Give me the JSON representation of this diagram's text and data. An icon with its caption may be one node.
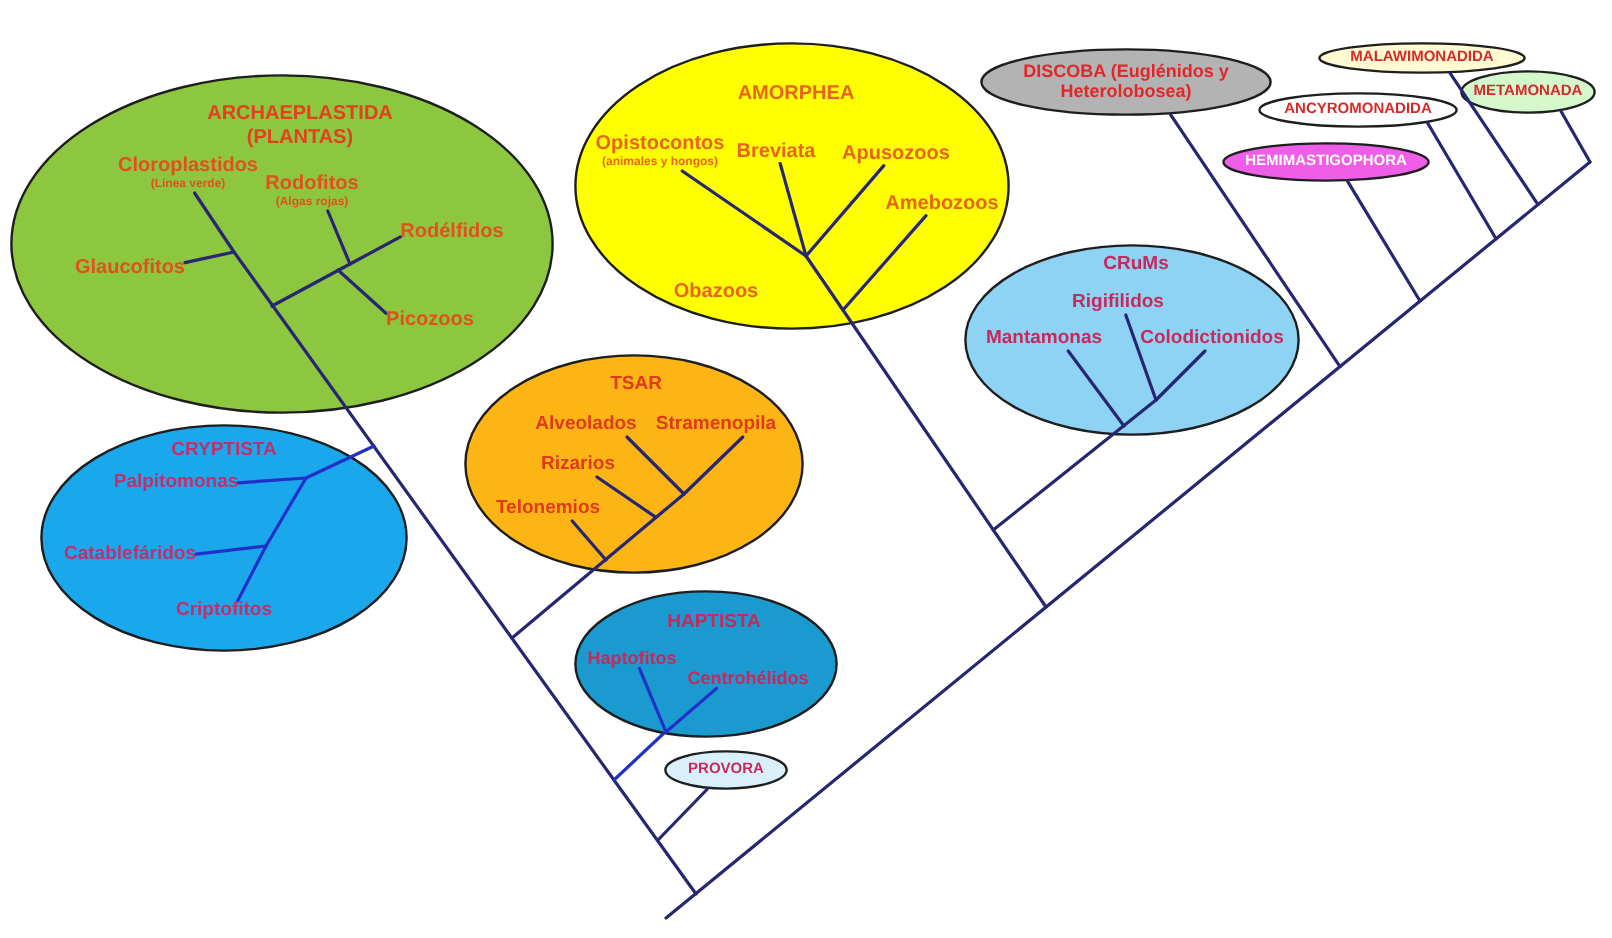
{
  "diagram": {
    "nodes": [
      {
        "text": [
          "ARCHAEPLASTIDA (PLANTAS)"
        ]
      },
      {
        "text": [
          "Cloroplastidos",
          "(Línea verde)"
        ],
        "in": 0
      },
      {
        "text": [
          "Rodofitos",
          "(Algas rojas)"
        ],
        "in": 0
      },
      {
        "text": [
          "Rodélfidos"
        ],
        "in": 0
      },
      {
        "text": [
          "Glaucofitos"
        ],
        "in": 0
      },
      {
        "text": [
          "Picozoos"
        ],
        "in": 0
      },
      {
        "text": [
          "AMORPHEA"
        ]
      },
      {
        "text": [
          "Opistocontos",
          "(animales y hongos)"
        ],
        "in": 6
      },
      {
        "text": [
          "Breviata"
        ],
        "in": 6
      },
      {
        "text": [
          "Apusozoos"
        ],
        "in": 6
      },
      {
        "text": [
          "Amebozoos"
        ],
        "in": 6
      },
      {
        "text": [
          "Obazoos"
        ],
        "in": 6
      },
      {
        "text": [
          "DISCOBA (Euglénidos y Heterolobosea)"
        ]
      },
      {
        "text": [
          "MALAWIMONADIDA"
        ]
      },
      {
        "text": [
          "ANCYROMONADIDA"
        ]
      },
      {
        "text": [
          "METAMONADA"
        ]
      },
      {
        "text": [
          "HEMIMASTIGOPHORA"
        ]
      },
      {
        "text": [
          "CRuMs"
        ]
      },
      {
        "text": [
          "Rigifilidos"
        ],
        "in": 17
      },
      {
        "text": [
          "Mantamonas"
        ],
        "in": 17
      },
      {
        "text": [
          "Colodictionidos"
        ],
        "in": 17
      },
      {
        "text": [
          "TSAR"
        ]
      },
      {
        "text": [
          "Alveolados"
        ],
        "in": 21
      },
      {
        "text": [
          "Stramenopila"
        ],
        "in": 21
      },
      {
        "text": [
          "Rizarios"
        ],
        "in": 21
      },
      {
        "text": [
          "Telonemios"
        ],
        "in": 21
      },
      {
        "text": [
          "CRYPTISTA"
        ]
      },
      {
        "text": [
          "Palpitomonas"
        ],
        "in": 26
      },
      {
        "text": [
          "Catablefáridos"
        ],
        "in": 26
      },
      {
        "text": [
          "Criptofitos"
        ],
        "in": 26
      },
      {
        "text": [
          "HAPTISTA"
        ]
      },
      {
        "text": [
          "Haptofitos"
        ],
        "in": 30
      },
      {
        "text": [
          "Centrohélidos"
        ],
        "in": 30
      },
      {
        "text": [
          "PROVORA"
        ]
      }
    ],
    "edges": [
      {
        "from": null,
        "to": 1,
        "arrow": "none"
      },
      {
        "from": null,
        "to": 2,
        "arrow": "none"
      },
      {
        "from": null,
        "to": 3,
        "arrow": "none"
      },
      {
        "from": null,
        "to": 4,
        "arrow": "none"
      },
      {
        "from": null,
        "to": 5,
        "arrow": "none"
      },
      {
        "from": null,
        "to": 7,
        "arrow": "none"
      },
      {
        "from": null,
        "to": 8,
        "arrow": "none"
      },
      {
        "from": null,
        "to": 9,
        "arrow": "none"
      },
      {
        "from": null,
        "to": 10,
        "arrow": "none"
      },
      {
        "from": null,
        "to": 12,
        "arrow": "none"
      },
      {
        "from": null,
        "to": 13,
        "arrow": "none"
      },
      {
        "from": null,
        "to": 14,
        "arrow": "none"
      },
      {
        "from": null,
        "to": 15,
        "arrow": "none"
      },
      {
        "from": null,
        "to": 16,
        "arrow": "none"
      },
      {
        "from": null,
        "to": 18,
        "arrow": "none"
      },
      {
        "from": null,
        "to": 19,
        "arrow": "none"
      },
      {
        "from": null,
        "to": 20,
        "arrow": "none"
      },
      {
        "from": null,
        "to": 22,
        "arrow": "none"
      },
      {
        "from": null,
        "to": 23,
        "arrow": "none"
      },
      {
        "from": null,
        "to": 24,
        "arrow": "none"
      },
      {
        "from": null,
        "to": 25,
        "arrow": "none"
      },
      {
        "from": null,
        "to": 27,
        "arrow": "none",
        "color": "#2030c8"
      },
      {
        "from": null,
        "to": 28,
        "arrow": "none",
        "color": "#2030c8"
      },
      {
        "from": null,
        "to": 29,
        "arrow": "none",
        "color": "#2030c8"
      },
      {
        "from": null,
        "to": 31,
        "arrow": "none",
        "color": "#2030c8"
      },
      {
        "from": null,
        "to": 32,
        "arrow": "none",
        "color": "#2030c8"
      },
      {
        "from": null,
        "to": 33,
        "arrow": "none"
      },
      {
        "from": null,
        "to": 30,
        "arrow": "none",
        "color": "#2030c8"
      }
    ]
  }
}
